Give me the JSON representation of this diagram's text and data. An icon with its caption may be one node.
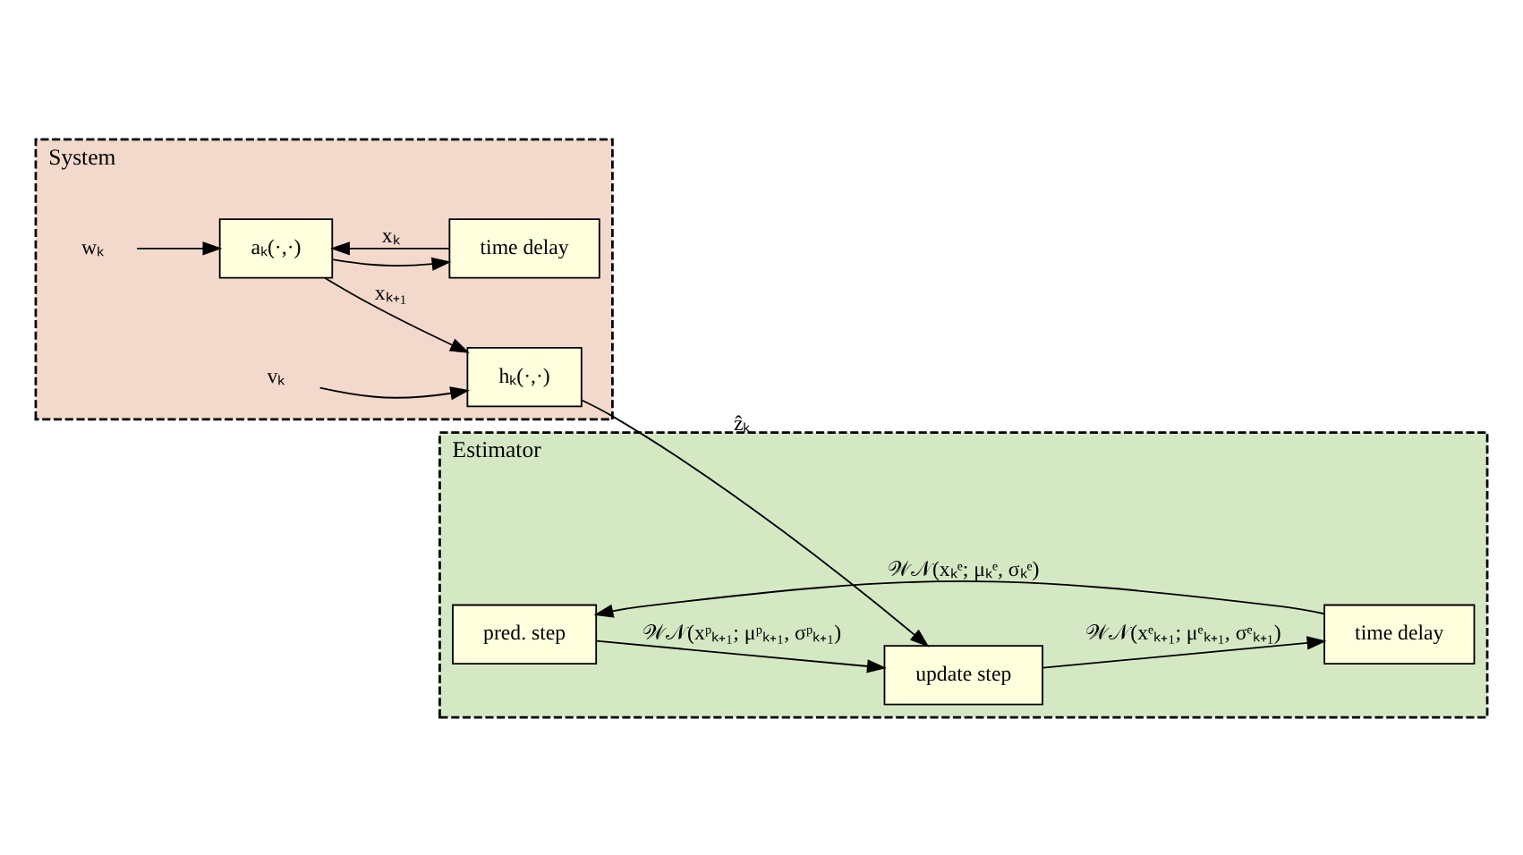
{
  "diagram": {
    "nodes": [
      {
        "text": [
          "System"
        ]
      },
      {
        "text": [
          "wₖ"
        ],
        "in": 0
      },
      {
        "text": [
          "aₖ(·,·)"
        ],
        "in": 0
      },
      {
        "text": [
          "time delay"
        ],
        "in": 0
      },
      {
        "text": [
          "vₖ"
        ],
        "in": 0
      },
      {
        "text": [
          "hₖ(·,·)"
        ],
        "in": 0
      },
      {
        "text": [
          "Estimator"
        ]
      },
      {
        "text": [
          "pred. step"
        ],
        "in": 6
      },
      {
        "text": [
          "update step"
        ],
        "in": 6
      },
      {
        "text": [
          "time delay"
        ],
        "in": 6
      }
    ],
    "edges": [
      {
        "from": 1,
        "to": 2,
        "arrow": "to"
      },
      {
        "from": 3,
        "to": 2,
        "arrow": "to",
        "label": "xₖ"
      },
      {
        "from": 2,
        "to": 5,
        "arrow": "to",
        "label": "xₖ₊₁"
      },
      {
        "from": 2,
        "to": 3,
        "arrow": "to"
      },
      {
        "from": 4,
        "to": 5,
        "arrow": "to"
      },
      {
        "from": 5,
        "to": 8,
        "arrow": "to",
        "label": "ẑₖ"
      },
      {
        "from": 9,
        "to": 7,
        "arrow": "to",
        "label": "𝒲𝒩(xₖᵉ; μₖᵉ, σₖᵉ)"
      },
      {
        "from": 7,
        "to": 8,
        "arrow": "to",
        "label": "𝒲𝒩(xᵖₖ₊₁; μᵖₖ₊₁, σᵖₖ₊₁)"
      },
      {
        "from": 8,
        "to": 9,
        "arrow": "to",
        "label": "𝒲𝒩(xᵉₖ₊₁; μᵉₖ₊₁, σᵉₖ₊₁)"
      }
    ]
  }
}
